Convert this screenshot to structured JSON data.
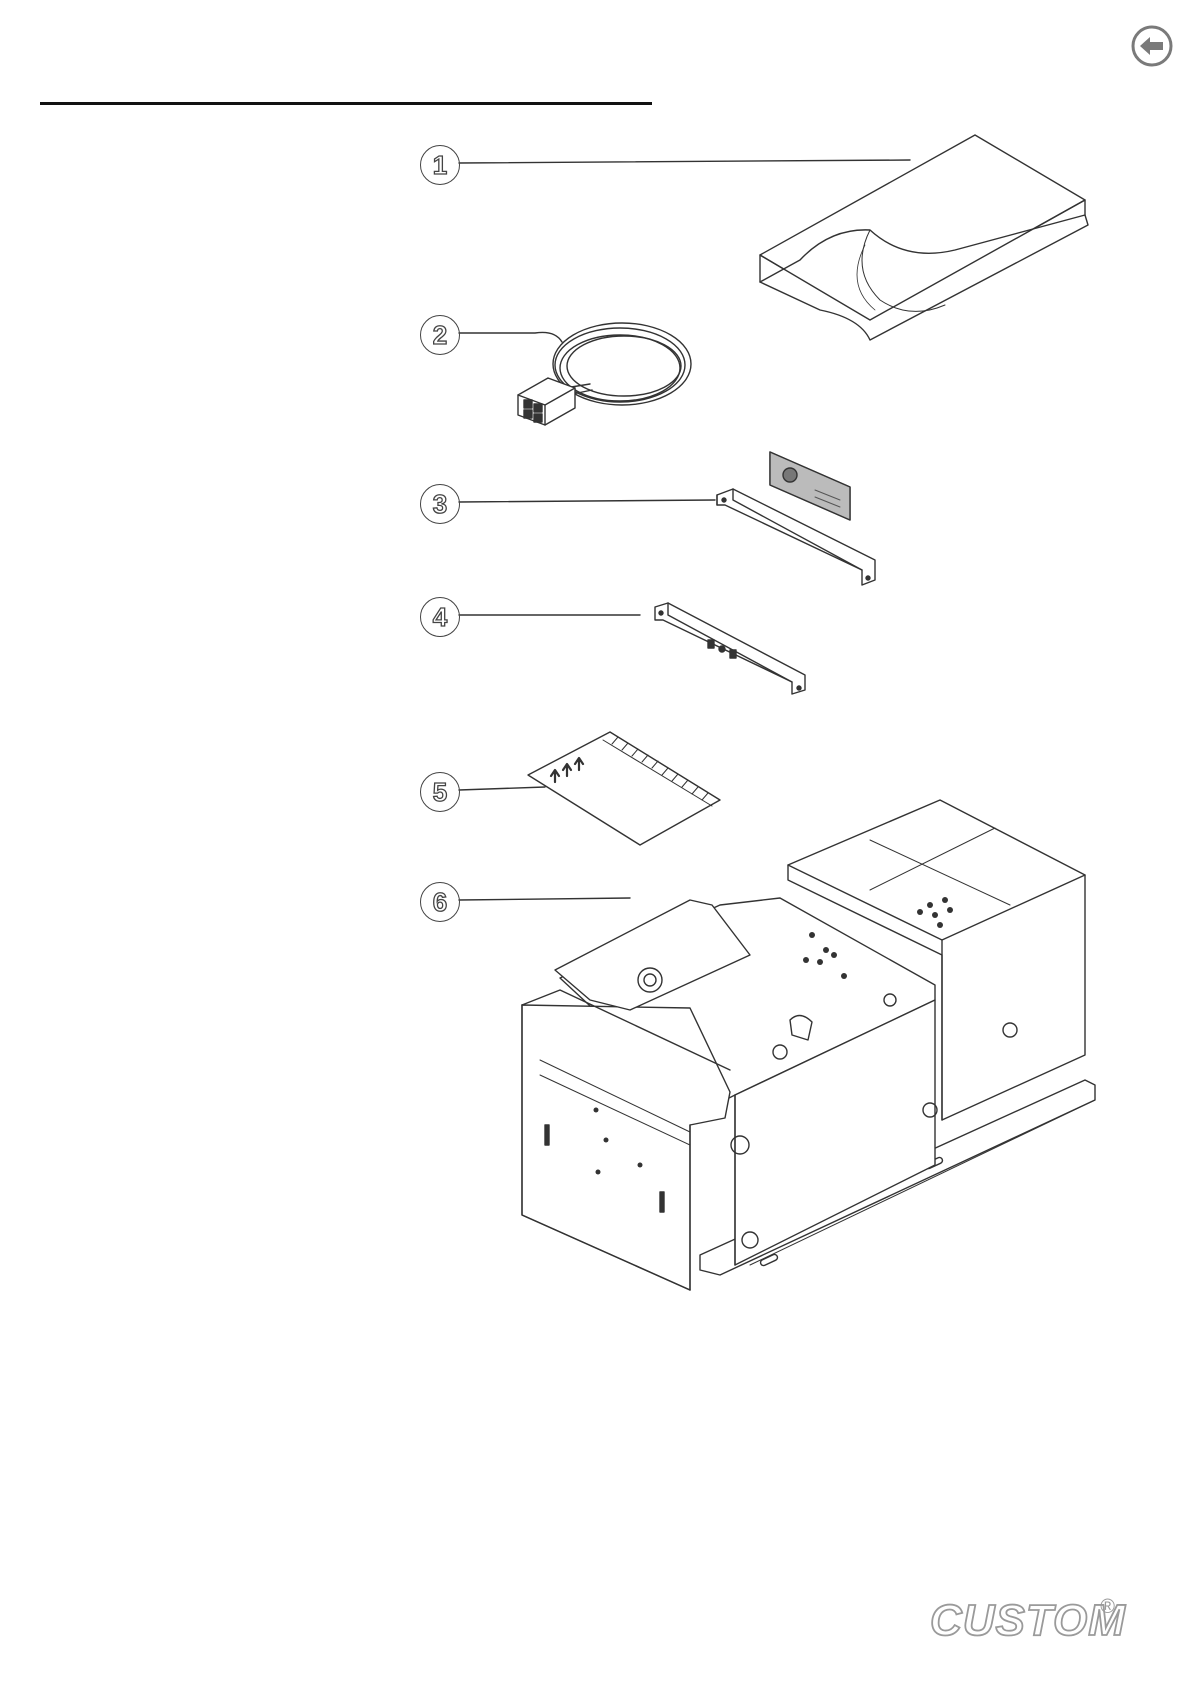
{
  "nav": {
    "back_icon": "arrow-left-icon"
  },
  "callouts": [
    "1",
    "2",
    "3",
    "4",
    "5",
    "6"
  ],
  "parts": [
    {
      "callout": "1",
      "icon": "paper-sheets-icon"
    },
    {
      "callout": "2",
      "icon": "power-cable-icon"
    },
    {
      "callout": "3",
      "icon": "mounting-bracket-with-label-icon"
    },
    {
      "callout": "4",
      "icon": "mounting-bracket-icon"
    },
    {
      "callout": "5",
      "icon": "ruler-card-icon"
    },
    {
      "callout": "6",
      "icon": "printer-unit-icon"
    }
  ],
  "brand": {
    "name": "CUSTOM",
    "registered": "®"
  },
  "colors": {
    "line": "#333333",
    "callout_stroke": "#444444",
    "brand": "#9a9a9a"
  }
}
